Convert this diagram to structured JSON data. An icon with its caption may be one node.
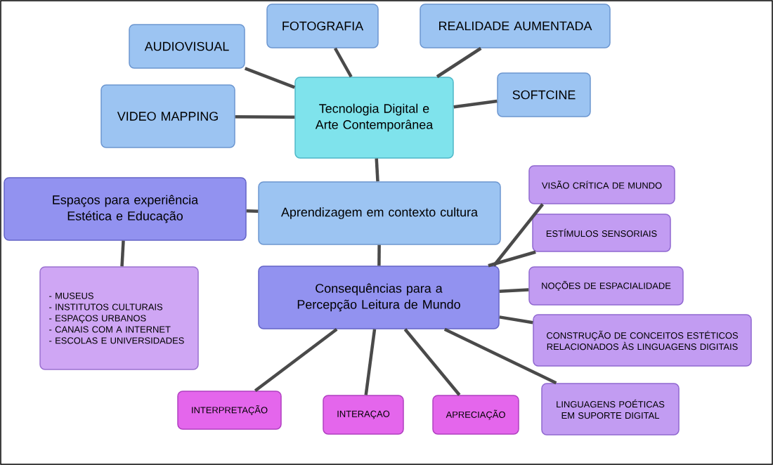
{
  "diagram": {
    "nodes": [
      {
        "text": [
          "Tecnologia Digital e Arte Contemporânea"
        ]
      },
      {
        "text": [
          "AUDIOVISUAL"
        ]
      },
      {
        "text": [
          "FOTOGRAFIA"
        ]
      },
      {
        "text": [
          "REALIDADE AUMENTADA"
        ]
      },
      {
        "text": [
          "VIDEO MAPPING"
        ]
      },
      {
        "text": [
          "SOFTCINE"
        ]
      },
      {
        "text": [
          "Aprendizagem em contexto cultura"
        ]
      },
      {
        "text": [
          "Espaços para experiência Estética e Educação"
        ]
      },
      {
        "text": [
          "- MUSEUS",
          "- INSTITUTOS CULTURAIS",
          "- ESPAÇOS URBANOS",
          "- CANAIS COM A INTERNET",
          "- ESCOLAS E UNIVERSIDADES"
        ]
      },
      {
        "text": [
          "Consequências para a Percepção Leitura de Mundo"
        ]
      },
      {
        "text": [
          "VISÃO CRÍTICA DE MUNDO"
        ]
      },
      {
        "text": [
          "ESTÍMULOS SENSORIAIS"
        ]
      },
      {
        "text": [
          "NOÇÕES DE ESPACIALIDADE"
        ]
      },
      {
        "text": [
          "CONSTRUÇÃO DE CONCEITOS ESTÉTICOS RELACIONADOS ÀS LINGUAGENS DIGITAIS"
        ]
      },
      {
        "text": [
          "LINGUAGENS POÉTICAS EM SUPORTE DIGITAL"
        ]
      },
      {
        "text": [
          "INTERPRETAÇÃO"
        ]
      },
      {
        "text": [
          "INTERAÇAO"
        ]
      },
      {
        "text": [
          "APRECIAÇÃO"
        ]
      }
    ],
    "edges": [
      {
        "from": 0,
        "to": 1,
        "arrow": "none"
      },
      {
        "from": 0,
        "to": 2,
        "arrow": "none"
      },
      {
        "from": 0,
        "to": 3,
        "arrow": "none"
      },
      {
        "from": 0,
        "to": 4,
        "arrow": "none"
      },
      {
        "from": 0,
        "to": 5,
        "arrow": "none"
      },
      {
        "from": 0,
        "to": 6,
        "arrow": "none"
      },
      {
        "from": 6,
        "to": 7,
        "arrow": "none"
      },
      {
        "from": 7,
        "to": 8,
        "arrow": "none"
      },
      {
        "from": 6,
        "to": 9,
        "arrow": "none"
      },
      {
        "from": 9,
        "to": 10,
        "arrow": "none"
      },
      {
        "from": 9,
        "to": 11,
        "arrow": "none"
      },
      {
        "from": 9,
        "to": 12,
        "arrow": "none"
      },
      {
        "from": 9,
        "to": 13,
        "arrow": "none"
      },
      {
        "from": 9,
        "to": 14,
        "arrow": "none"
      },
      {
        "from": 9,
        "to": 15,
        "arrow": "none"
      },
      {
        "from": 9,
        "to": 16,
        "arrow": "none"
      },
      {
        "from": 9,
        "to": 17,
        "arrow": "none"
      }
    ]
  }
}
